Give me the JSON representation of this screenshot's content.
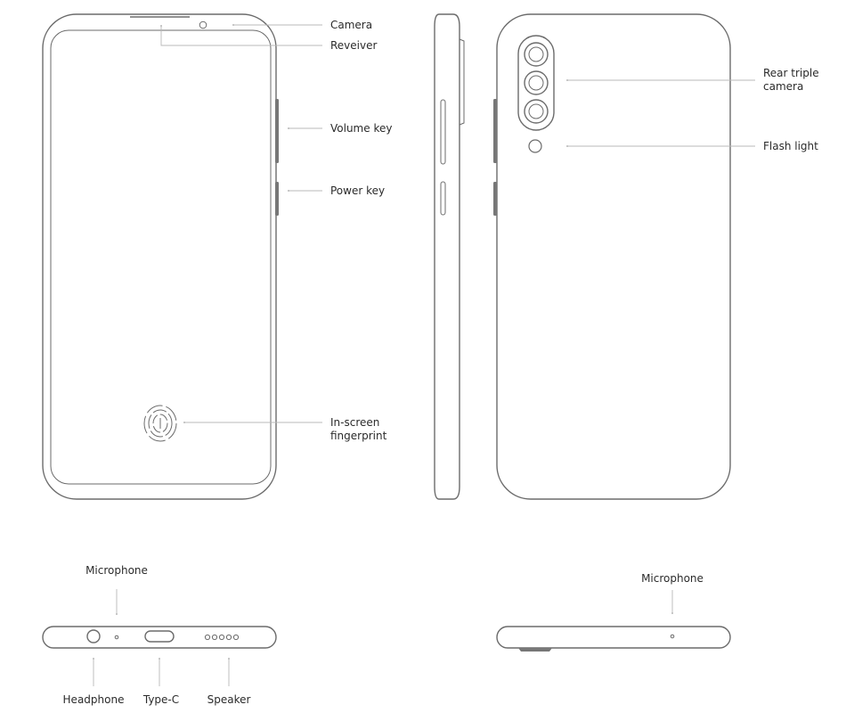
{
  "labels": {
    "camera": "Camera",
    "receiver": "Reveiver",
    "volume_key": "Volume key",
    "power_key": "Power key",
    "fingerprint_line1": "In-screen",
    "fingerprint_line2": "fingerprint",
    "rear_camera_line1": "Rear triple",
    "rear_camera_line2": "camera",
    "flash_light": "Flash light",
    "microphone_bottom": "Microphone",
    "headphone": "Headphone",
    "type_c": "Type-C",
    "speaker": "Speaker",
    "microphone_top": "Microphone"
  },
  "colors": {
    "outline": "#6b6b6b",
    "key": "#777777",
    "leader": "#b8b8b8",
    "text": "#2b2b2b"
  }
}
